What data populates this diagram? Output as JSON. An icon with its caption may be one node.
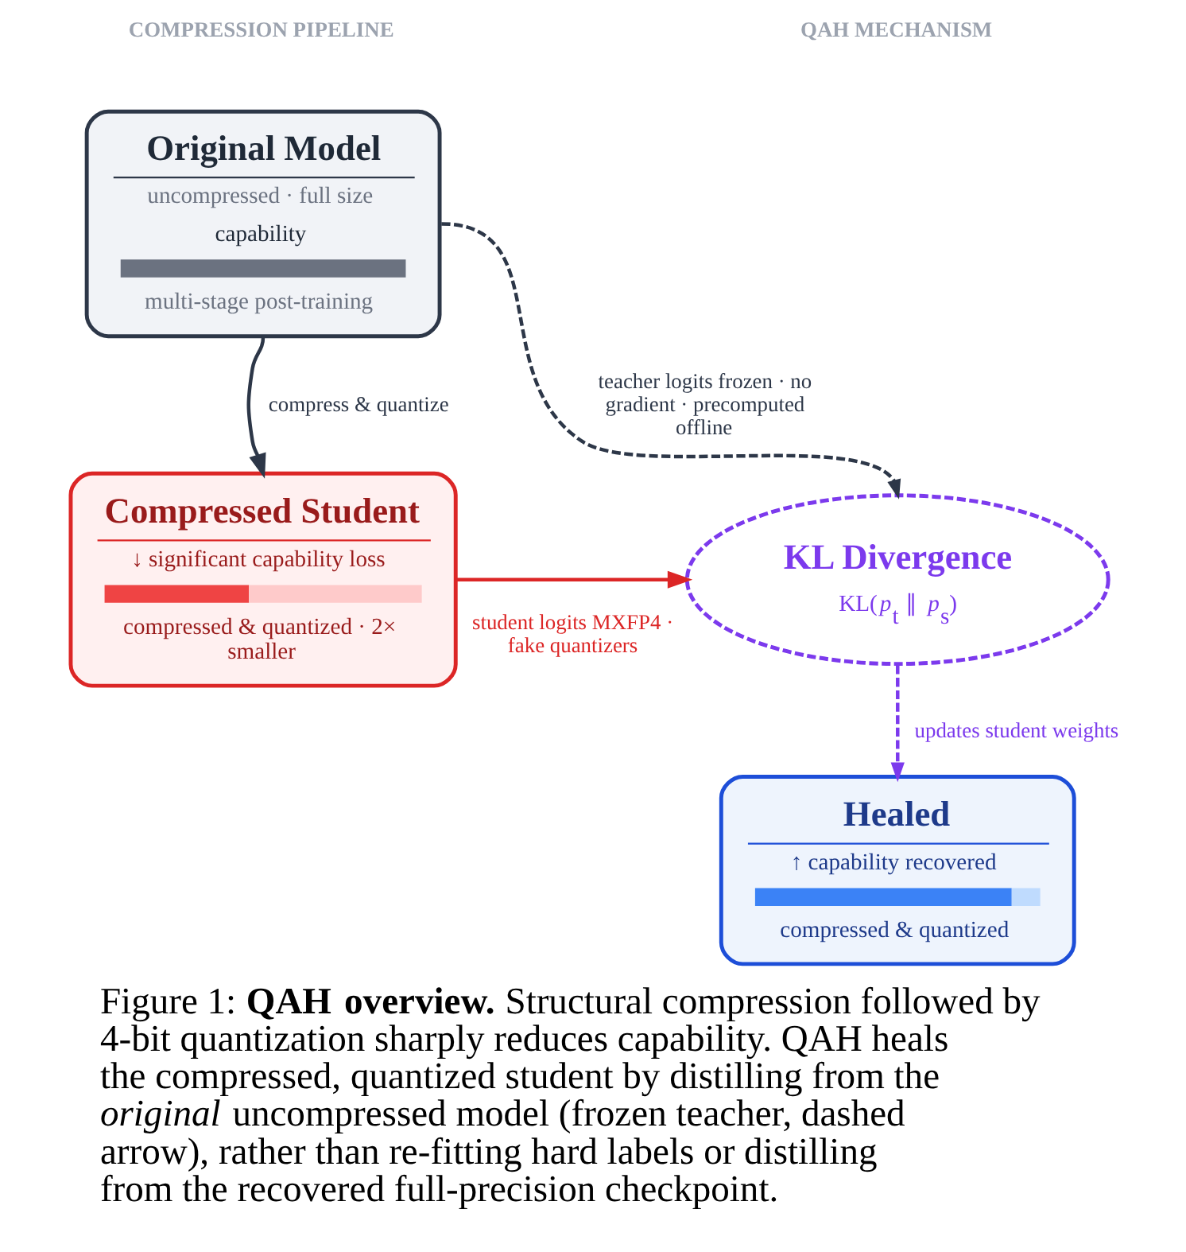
{
  "diagram": {
    "caption": "Figure 1: **QAH overview.** Structural compression followed by 4-bit quantization sharply reduces capability. QAH heals the compressed, quantized student by distilling from the *original* uncompressed model (frozen teacher, dashed arrow), rather than re-fitting hard labels or distilling from the recovered full-precision checkpoint.",
    "nodes": [
      {
        "text": [
          "Original Model",
          "uncompressed · full size",
          "capability",
          "multi-stage post-training"
        ]
      },
      {
        "text": [
          "Compressed Student",
          "↓ significant capability loss",
          "compressed & quantized · 2× smaller"
        ]
      },
      {
        "text": [
          "KL Divergence",
          "KL(*p*$_{t}$ ∥ *p*$_{s}$)"
        ]
      },
      {
        "text": [
          "Healed",
          "↑ capability recovered",
          "compressed & quantized"
        ]
      }
    ],
    "edges": [
      {
        "from": 0,
        "to": 1,
        "arrow": "to",
        "label": "compress & quantize"
      },
      {
        "from": 0,
        "to": 2,
        "arrow": "to",
        "label": "teacher logits frozen · no gradient · precomputed offline",
        "style": "dashed"
      },
      {
        "from": 1,
        "to": 2,
        "arrow": "to",
        "label": "student logits MXFP4 · fake quantizers",
        "color": "#dc2626"
      },
      {
        "from": 2,
        "to": 3,
        "arrow": "to",
        "label": "updates student weights",
        "style": "dashed",
        "color": "#7c3aed"
      }
    ],
    "labels": [
      "COMPRESSION PIPELINE",
      "QAH MECHANISM"
    ]
  }
}
